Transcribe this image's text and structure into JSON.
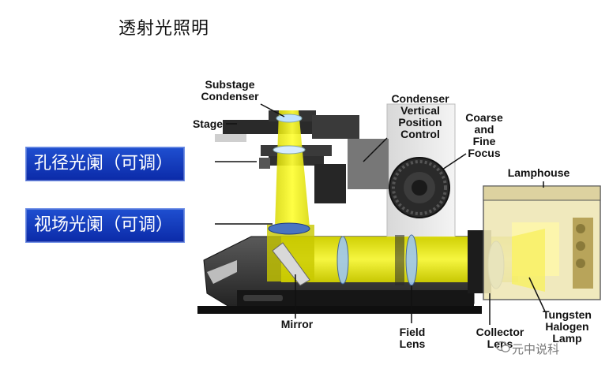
{
  "title": "透射光照明",
  "labels": {
    "aperture_diaphragm": "孔径光阑（可调）",
    "field_diaphragm": "视场光阑（可调）",
    "substage_condenser": "Substage\nCondenser",
    "stage": "Stage",
    "condenser_vertical": "Condenser\nVertical\nPosition\nControl",
    "coarse_fine": "Coarse\nand\nFine\nFocus",
    "lamphouse": "Lamphouse",
    "mirror": "Mirror",
    "field_lens": "Field\nLens",
    "collector_lens": "Collector\nLens",
    "tungsten_halogen": "Tungsten\nHalogen\nLamp"
  },
  "watermark": "元中说科",
  "colors": {
    "label_bg": "#1639bd",
    "light_beam": "#f2f21a",
    "metal_dark": "#2b2b2b",
    "lamphouse_fill": "#e8e0a8"
  }
}
